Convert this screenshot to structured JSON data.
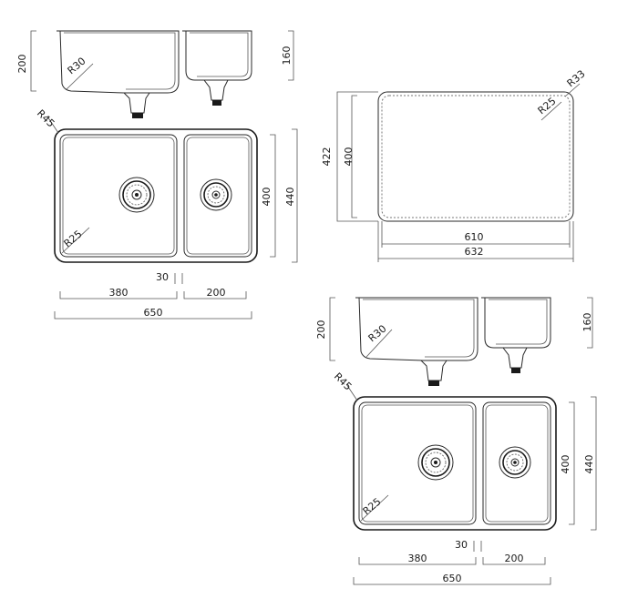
{
  "top_left": {
    "section_depths": {
      "left_bowl": "200",
      "right_bowl": "160",
      "radius": "R30"
    },
    "plan": {
      "outer_radius": "R45",
      "inner_radius": "R25",
      "height_inner": "400",
      "height_outer": "440",
      "gap": "30",
      "left_bowl_width": "380",
      "right_bowl_width": "200",
      "total_width": "650"
    }
  },
  "top_right": {
    "outer_radius": "R33",
    "inner_radius": "R25",
    "height_outer": "422",
    "height_inner": "400",
    "width_inner": "610",
    "width_outer": "632"
  },
  "bottom_right": {
    "section_depths": {
      "left_bowl": "200",
      "right_bowl": "160",
      "radius": "R30"
    },
    "plan": {
      "outer_radius": "R45",
      "inner_radius": "R25",
      "height_inner": "400",
      "height_outer": "440",
      "gap": "30",
      "left_bowl_width": "380",
      "right_bowl_width": "200",
      "total_width": "650"
    }
  }
}
